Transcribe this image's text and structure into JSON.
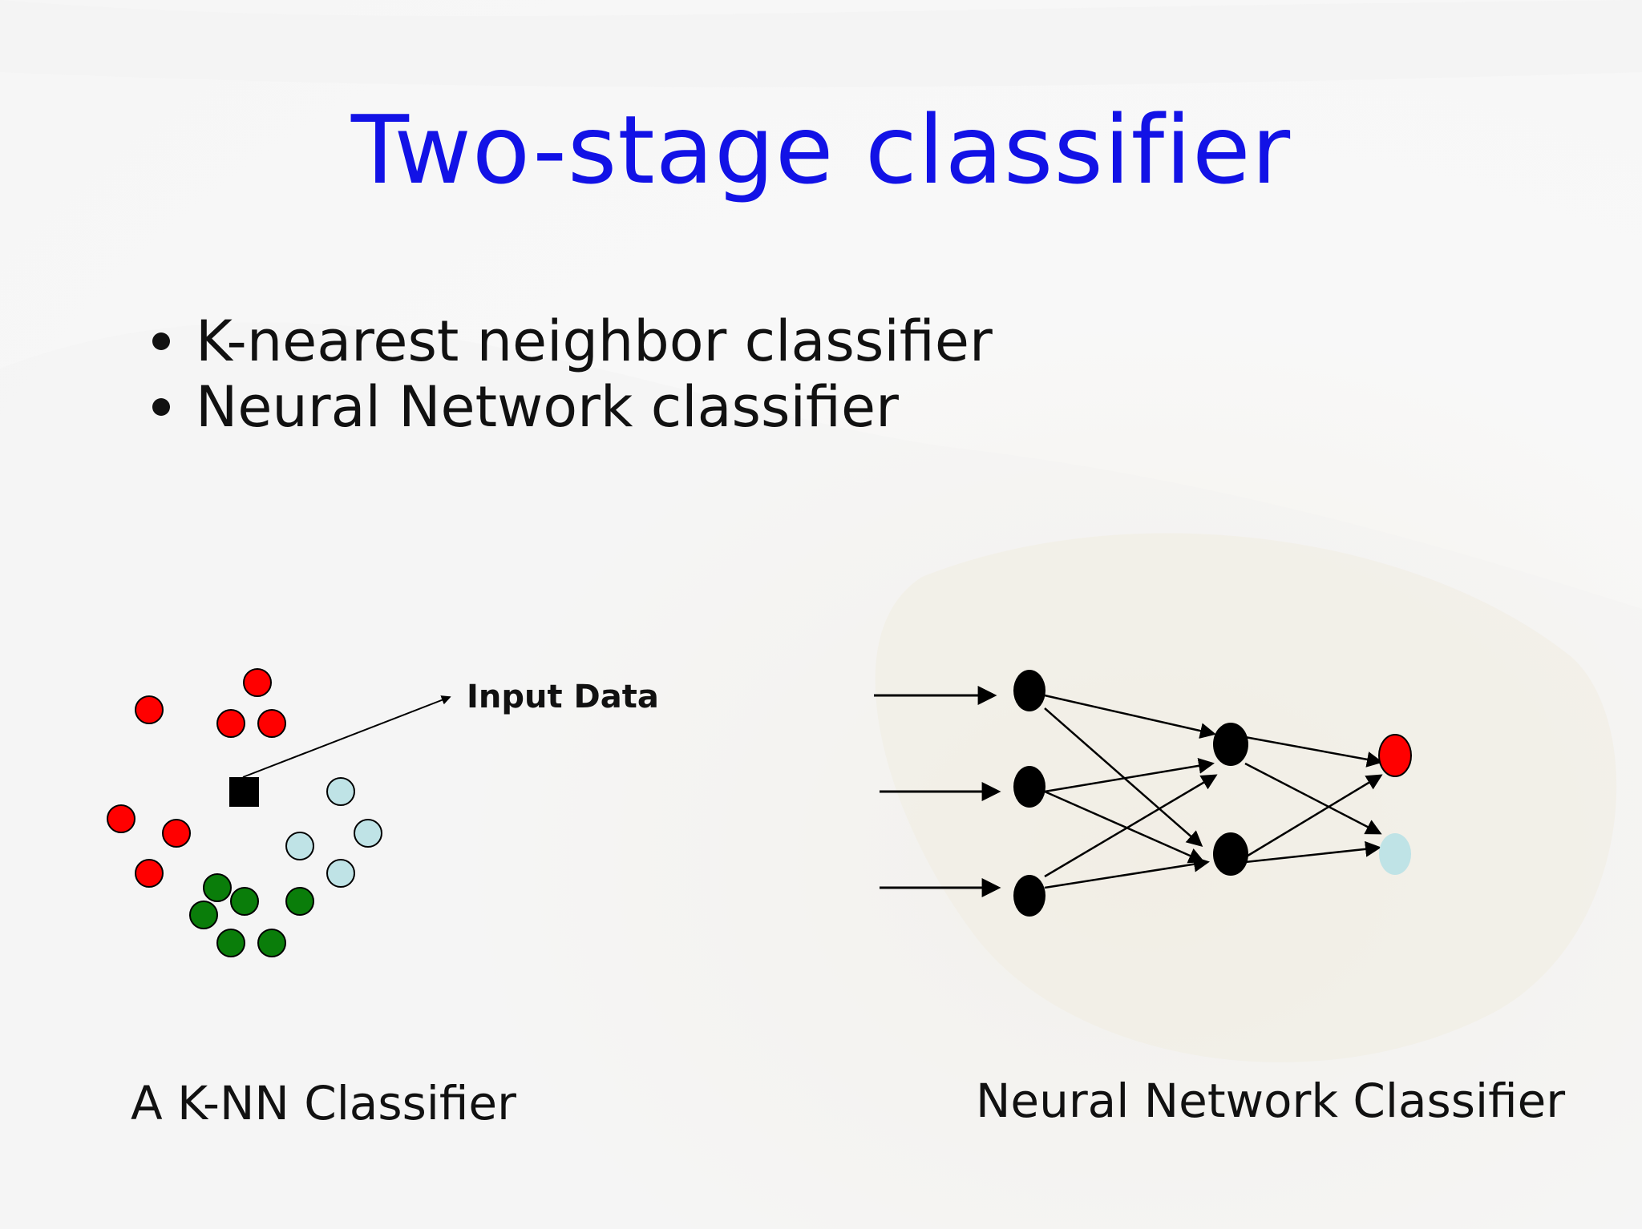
{
  "slide": {
    "title": "Two-stage classifier",
    "bullets": [
      "K-nearest neighbor classifier",
      "Neural Network classifier"
    ]
  },
  "knn": {
    "caption": "A K-NN Classifier",
    "input_label": "Input Data"
  },
  "nn": {
    "caption": "Neural Network Classifier"
  },
  "colors": {
    "title": "#1212e6",
    "red": "#ff0000",
    "light_blue": "#bfe3e6",
    "green": "#0a7d0a",
    "black": "#000000"
  }
}
